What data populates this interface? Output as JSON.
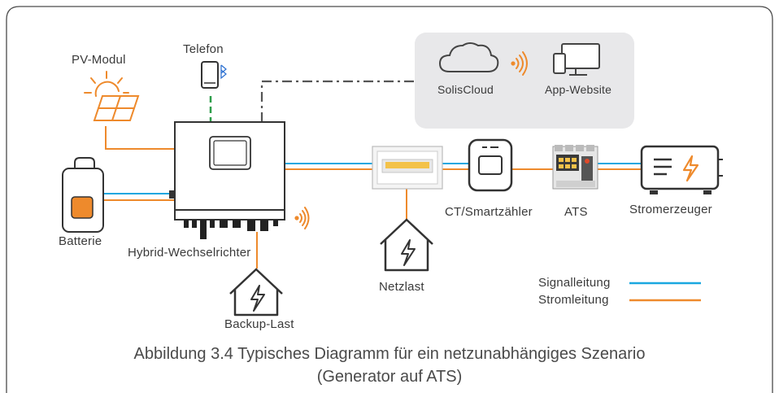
{
  "labels": {
    "telefon": "Telefon",
    "pv_modul": "PV-Modul",
    "soliscloud": "SolisCloud",
    "app_website": "App-Website",
    "batterie": "Batterie",
    "wechselrichter": "Hybrid-Wechselrichter",
    "backup_last": "Backup-Last",
    "netzlast": "Netzlast",
    "ct": "CT/Smartzähler",
    "ats": "ATS",
    "stromerzeuger": "Stromerzeuger"
  },
  "legend": [
    {
      "label": "Signalleitung",
      "color": "#1aa7e0"
    },
    {
      "label": "Stromleitung",
      "color": "#ee8a2c"
    }
  ],
  "caption": {
    "line1": "Abbildung 3.4 Typisches Diagramm für ein netzunabhängiges Szenario",
    "line2": "(Generator auf ATS)"
  },
  "colors": {
    "signal": "#1aa7e0",
    "power": "#ee8a2c",
    "phone_link": "#2e9e4a",
    "accent": "#f08a2a"
  },
  "icons": [
    "sun-panel-icon",
    "phone-icon",
    "bluetooth-icon",
    "cloud-icon",
    "wifi-icon",
    "monitor-icon",
    "battery-icon",
    "inverter-icon",
    "distribution-box-icon",
    "meter-icon",
    "ats-icon",
    "generator-icon",
    "house-icon"
  ]
}
